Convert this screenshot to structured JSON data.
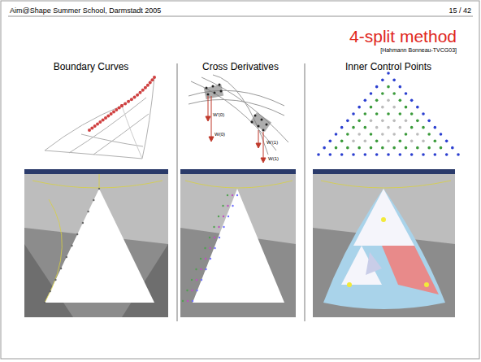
{
  "diagram": {
    "title": "4-split method",
    "labels": [
      "Aim@Shape Summer School, Darmstadt 2005",
      "15 / 42",
      "[Hahmann Bonneau-TVCG03]",
      "Boundary Curves",
      "Cross Derivatives",
      "Inner Control Points",
      "W'(0)",
      "W(0)",
      "W'(1)",
      "W(1)"
    ]
  }
}
